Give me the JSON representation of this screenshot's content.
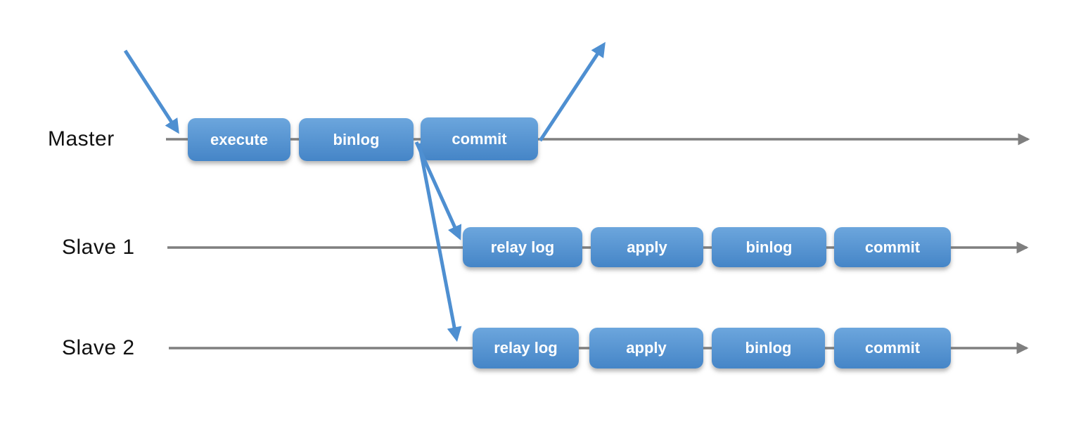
{
  "diagram": {
    "title_hint": "MySQL master-slave replication pipeline",
    "rows": [
      {
        "label": "Master",
        "boxes": [
          {
            "label": "execute"
          },
          {
            "label": "binlog"
          },
          {
            "label": "commit"
          }
        ]
      },
      {
        "label": "Slave 1",
        "boxes": [
          {
            "label": "relay log"
          },
          {
            "label": "apply"
          },
          {
            "label": "binlog"
          },
          {
            "label": "commit"
          }
        ]
      },
      {
        "label": "Slave 2",
        "boxes": [
          {
            "label": "relay log"
          },
          {
            "label": "apply"
          },
          {
            "label": "binlog"
          },
          {
            "label": "commit"
          }
        ]
      }
    ],
    "arrows": [
      {
        "name": "incoming-transaction-arrow",
        "from": "outside top-left",
        "to": "Master timeline start"
      },
      {
        "name": "client-ack-arrow",
        "from": "Master commit",
        "to": "outside top-right"
      },
      {
        "name": "binlog-to-slave1-arrow",
        "from": "Master binlog",
        "to": "Slave 1 relay log"
      },
      {
        "name": "binlog-to-slave2-arrow",
        "from": "Master binlog",
        "to": "Slave 2 relay log"
      }
    ],
    "colors": {
      "box_top": "#6ca6dd",
      "box_bottom": "#4585c7",
      "arrow_blue": "#4e8fd1",
      "timeline_gray": "#7f7f7f",
      "box_text": "#ffffff",
      "label_text": "#111111"
    }
  }
}
